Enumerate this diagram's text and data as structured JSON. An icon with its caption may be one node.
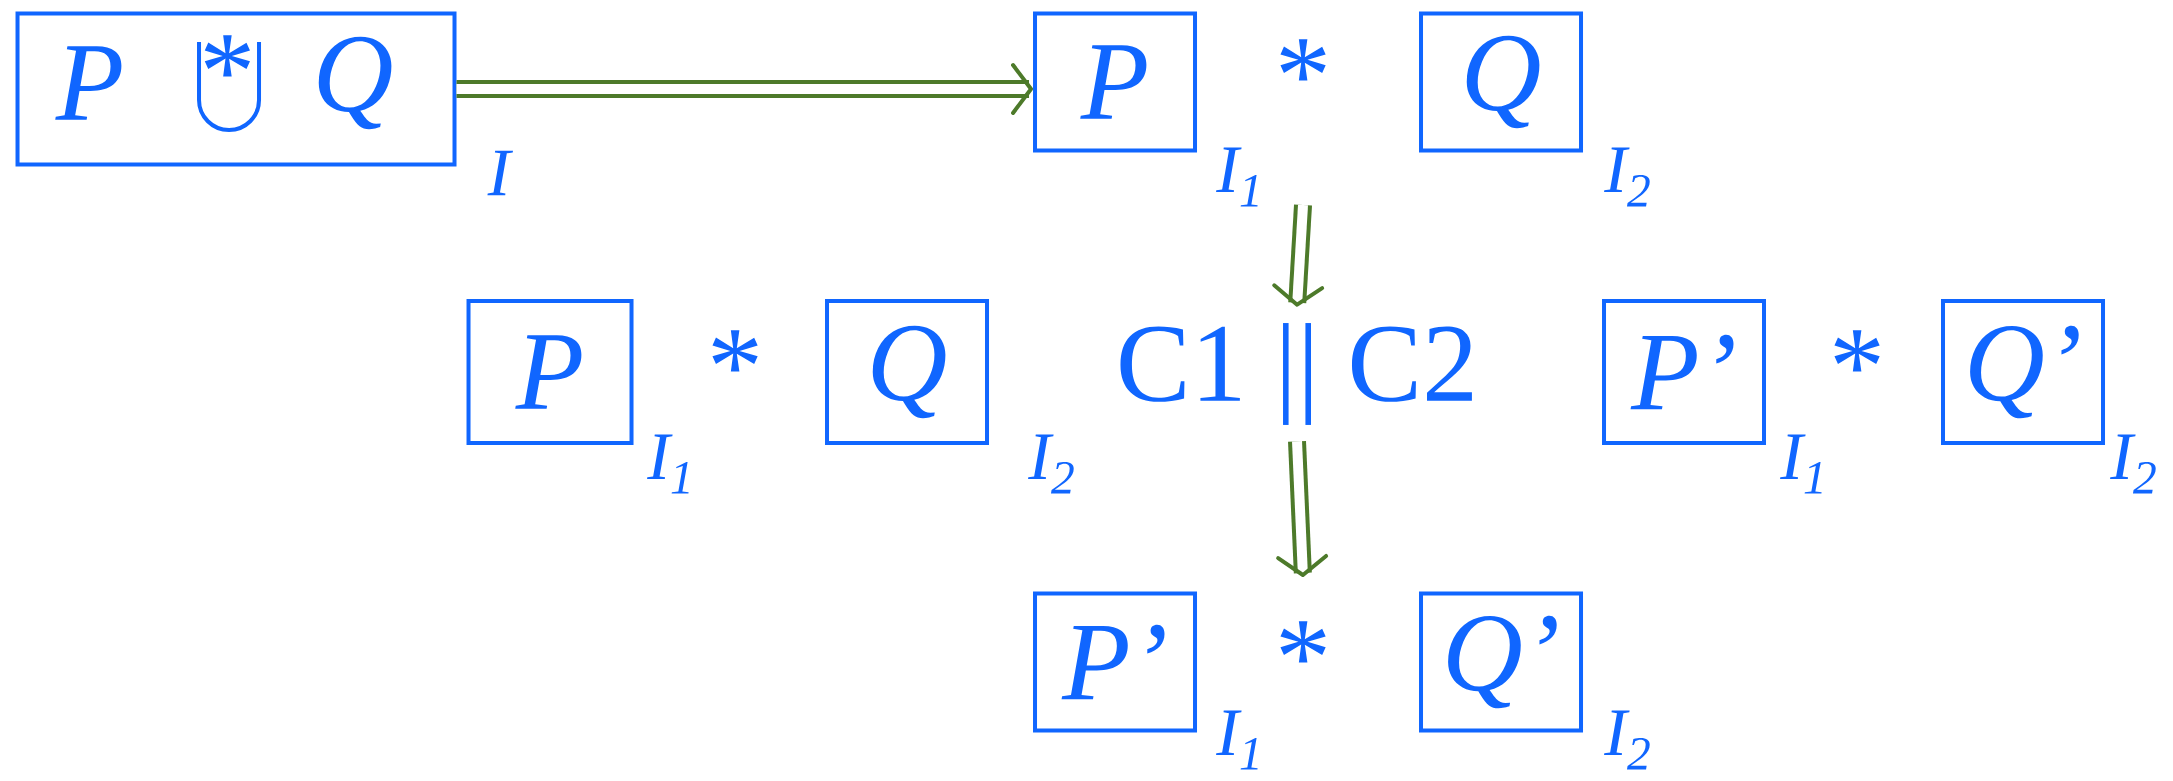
{
  "diagram": {
    "nodes": [
      {
        "text": [
          "P",
          "*",
          "Q"
        ],
        "beside": [
          "I"
        ]
      },
      {
        "text": [
          "P"
        ],
        "beside": [
          "I$_{1}$"
        ]
      },
      {
        "text": [
          "Q"
        ],
        "beside": [
          "I$_{2}$"
        ]
      },
      {
        "text": [
          "P"
        ],
        "beside": [
          "I$_{1}$"
        ]
      },
      {
        "text": [
          "Q"
        ],
        "beside": [
          "I$_{2}$"
        ]
      },
      {
        "text": [
          "C1 || C2"
        ]
      },
      {
        "text": [
          "P’"
        ],
        "beside": [
          "I$_{1}$"
        ]
      },
      {
        "text": [
          "Q’"
        ],
        "beside": [
          "I$_{2}$"
        ]
      },
      {
        "text": [
          "P’"
        ],
        "beside": [
          "I$_{1}$"
        ]
      },
      {
        "text": [
          "Q’"
        ],
        "beside": [
          "I$_{2}$"
        ]
      }
    ],
    "edges": [
      {
        "from": 0,
        "to": 1,
        "arrow": "to"
      },
      {
        "from": null,
        "to": 5,
        "arrow": "to"
      },
      {
        "from": 5,
        "to": null,
        "arrow": "to"
      }
    ],
    "labels": [
      "*",
      "*",
      "*",
      "*"
    ]
  }
}
